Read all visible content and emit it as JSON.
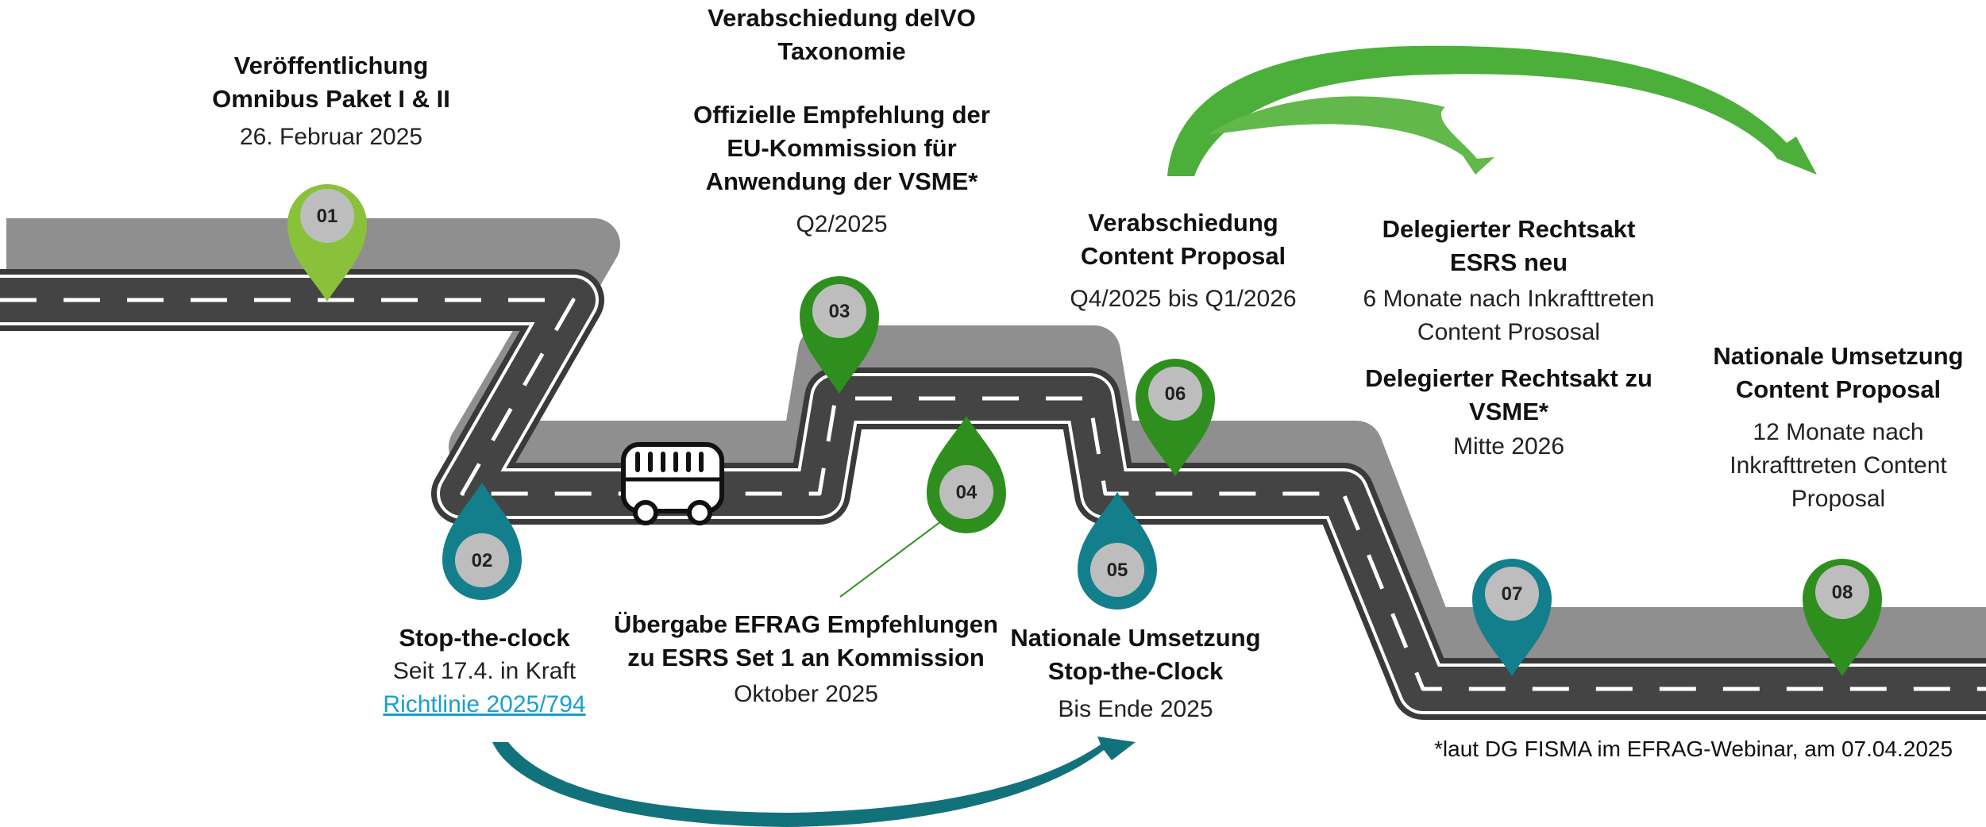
{
  "colors": {
    "road": "#404040",
    "road_shadow": "#8f8f8f",
    "lane": "#ffffff",
    "pin_light_green": "#8ac13a",
    "pin_green": "#2e8f1e",
    "pin_teal": "#137f8c",
    "pin_center": "#bdbdbd",
    "arrow_green": "#4caf3a",
    "arrow_teal": "#12727c",
    "link": "#1a9fd0"
  },
  "milestones": [
    {
      "number": "01",
      "title": [
        "Veröffentlichung",
        "Omnibus Paket I & II"
      ],
      "date": "26. Februar 2025",
      "pin_color": "light-green"
    },
    {
      "number": "02",
      "title": [
        "Stop-the-clock"
      ],
      "date": "Seit 17.4. in Kraft",
      "link": "Richtlinie 2025/794",
      "pin_color": "teal"
    },
    {
      "number": "03",
      "title": [
        "Verabschiedung delVO",
        "Taxonomie"
      ],
      "title2": [
        "Offizielle Empfehlung der",
        "EU-Kommission für",
        "Anwendung der VSME*"
      ],
      "date": "Q2/2025",
      "pin_color": "green"
    },
    {
      "number": "04",
      "title": [
        "Übergabe EFRAG Empfehlungen",
        "zu ESRS Set 1 an Kommission"
      ],
      "date": "Oktober 2025",
      "pin_color": "green"
    },
    {
      "number": "05",
      "title": [
        "Nationale Umsetzung",
        "Stop-the-Clock"
      ],
      "date": "Bis Ende 2025",
      "pin_color": "teal"
    },
    {
      "number": "06",
      "title": [
        "Verabschiedung",
        "Content Proposal"
      ],
      "date": "Q4/2025 bis Q1/2026",
      "pin_color": "green"
    },
    {
      "number": "07",
      "title": [
        "Delegierter Rechtsakt",
        "ESRS neu"
      ],
      "date": [
        "6 Monate nach Inkrafttreten",
        "Content Prososal"
      ],
      "title2": [
        "Delegierter Rechtsakt zu",
        "VSME*"
      ],
      "date2": "Mitte 2026",
      "pin_color": "teal"
    },
    {
      "number": "08",
      "title": [
        "Nationale Umsetzung",
        "Content Proposal"
      ],
      "date": [
        "12 Monate nach",
        "Inkrafttreten Content",
        "Proposal"
      ],
      "pin_color": "green"
    }
  ],
  "footnote": "*laut DG FISMA im EFRAG-Webinar, am 07.04.2025",
  "icons": {
    "vehicle": "bus-icon"
  }
}
